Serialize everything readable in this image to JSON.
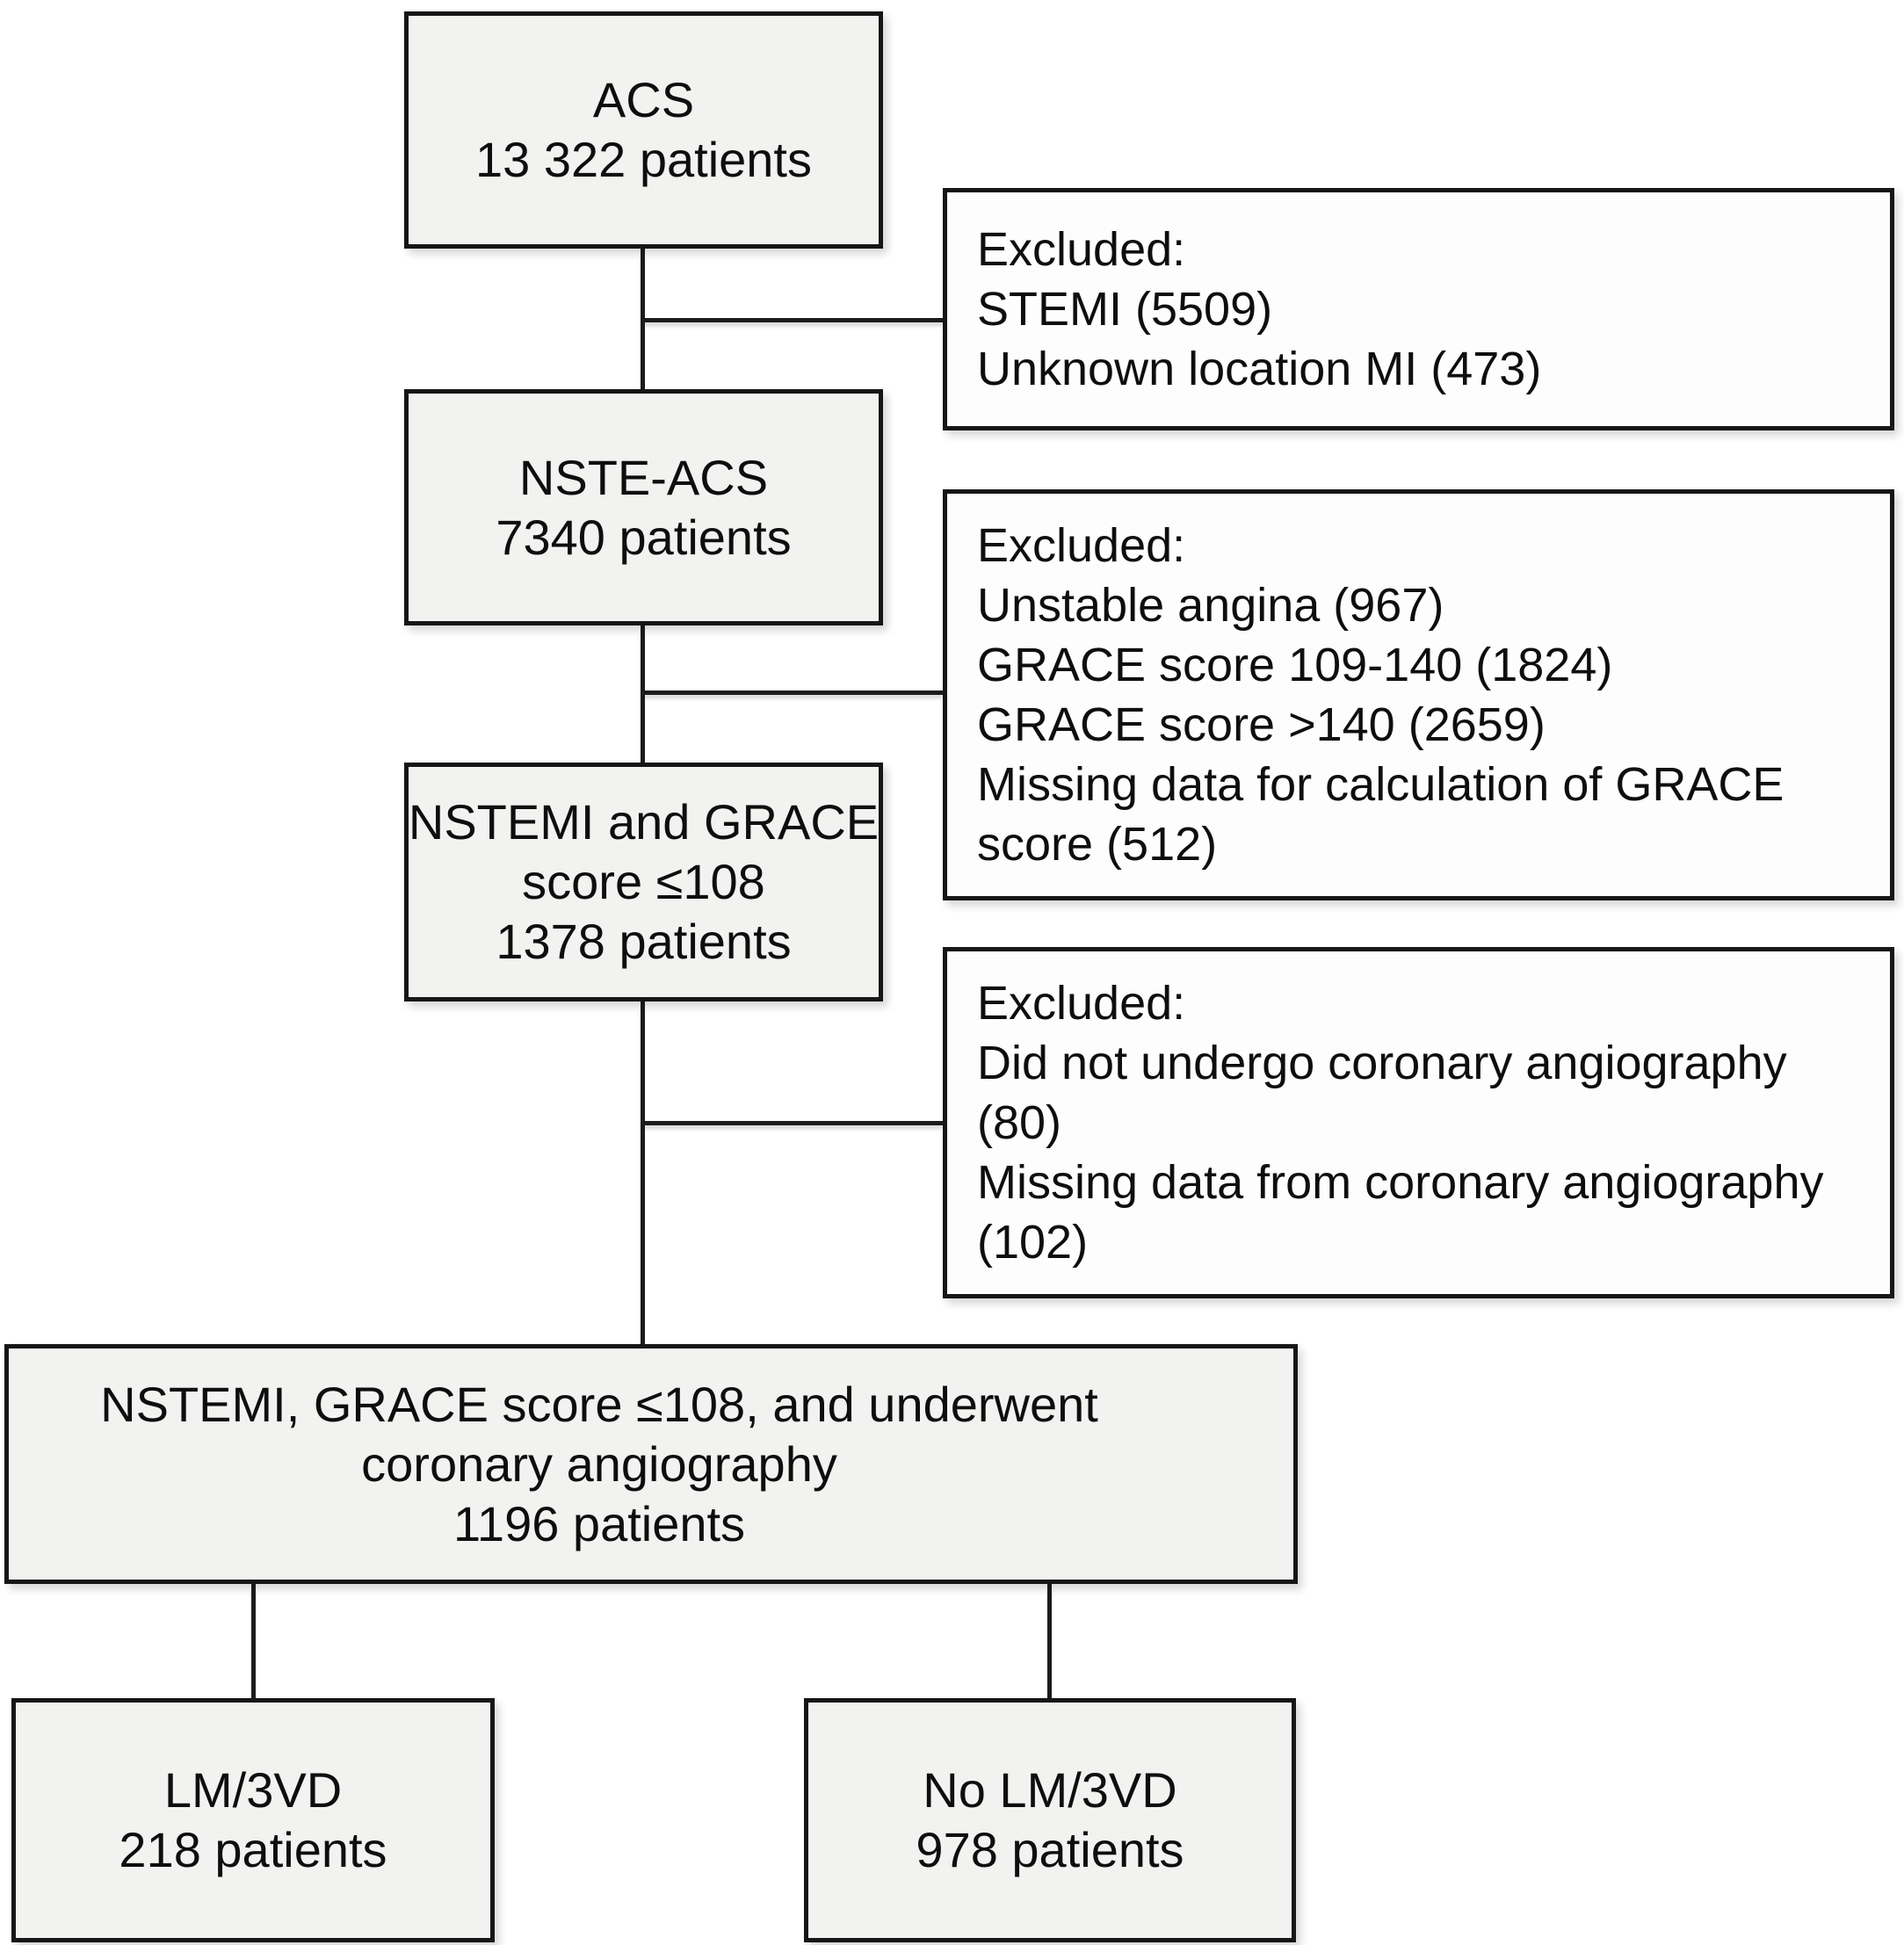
{
  "colors": {
    "background": "#ffffff",
    "box_border": "#161616",
    "flow_box_fill": "#f2f2f1",
    "excluded_box_fill": "#fdfdfd",
    "connector": "#1c1c1c"
  },
  "flow_boxes": {
    "acs": {
      "lines": [
        "ACS",
        "13 322 patients"
      ]
    },
    "nste_acs": {
      "lines": [
        "NSTE-ACS",
        "7340 patients"
      ]
    },
    "nstemi_grace": {
      "lines": [
        "NSTEMI and GRACE",
        "score ≤108",
        "1378 patients"
      ]
    },
    "angiography": {
      "lines": [
        "NSTEMI, GRACE score ≤108, and underwent",
        "coronary angiography",
        "1196 patients"
      ]
    },
    "lm_3vd": {
      "lines": [
        "LM/3VD",
        "218 patients"
      ]
    },
    "no_lm_3vd": {
      "lines": [
        "No LM/3VD",
        "978 patients"
      ]
    }
  },
  "excluded_boxes": {
    "after_acs": {
      "lines": [
        "Excluded:",
        "STEMI (5509)",
        "Unknown location MI (473)"
      ]
    },
    "after_nste_acs": {
      "lines": [
        "Excluded:",
        "Unstable angina (967)",
        "GRACE score 109-140 (1824)",
        "GRACE score >140 (2659)",
        "Missing data for calculation of GRACE",
        "score (512)"
      ]
    },
    "after_nstemi": {
      "lines": [
        "Excluded:",
        "Did not undergo coronary angiography",
        "(80)",
        "Missing data from coronary angiography",
        "(102)"
      ]
    }
  }
}
